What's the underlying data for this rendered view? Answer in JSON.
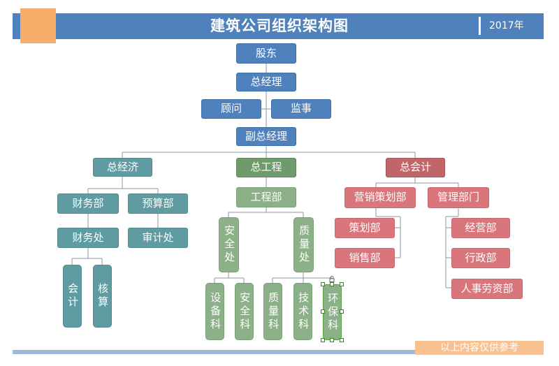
{
  "header": {
    "title": "建筑公司组织架构图",
    "year": "2017年"
  },
  "footer": {
    "note": "以上内容仅供参考"
  },
  "colors": {
    "header_bar": "#4f81bd",
    "orange_block": "#f9ad6a",
    "top_nodes": "#4f81bd",
    "economic_branch": "#5f9ca2",
    "engineering_branch": "#8cb087",
    "accounting_branch": "#d9767b"
  },
  "org": {
    "shareholders": "股东",
    "general_manager": "总经理",
    "advisor": "顾问",
    "supervisor": "监事",
    "deputy_gm": "副总经理",
    "chief_economist": {
      "label": "总经济",
      "finance_dept": "财务部",
      "budget_dept": "预算部",
      "finance_office": "财务处",
      "audit_office": "审计处",
      "accounting": "会计",
      "checking": "核算"
    },
    "chief_engineer": {
      "label": "总工程",
      "engineering_dept": "工程部",
      "safety_office": "安全处",
      "quality_office": "质量处",
      "equipment_section": "设备科",
      "safety_section": "安全科",
      "quality_section": "质量科",
      "technical_section": "技术科",
      "environmental_section": "环保科"
    },
    "chief_accountant": {
      "label": "总会计",
      "marketing_planning_dept": "营销策划部",
      "management_dept": "管理部门",
      "planning_dept": "策划部",
      "sales_dept": "销售部",
      "operations_dept": "经营部",
      "administration_dept": "行政部",
      "hr_dept": "人事劳资部"
    }
  }
}
